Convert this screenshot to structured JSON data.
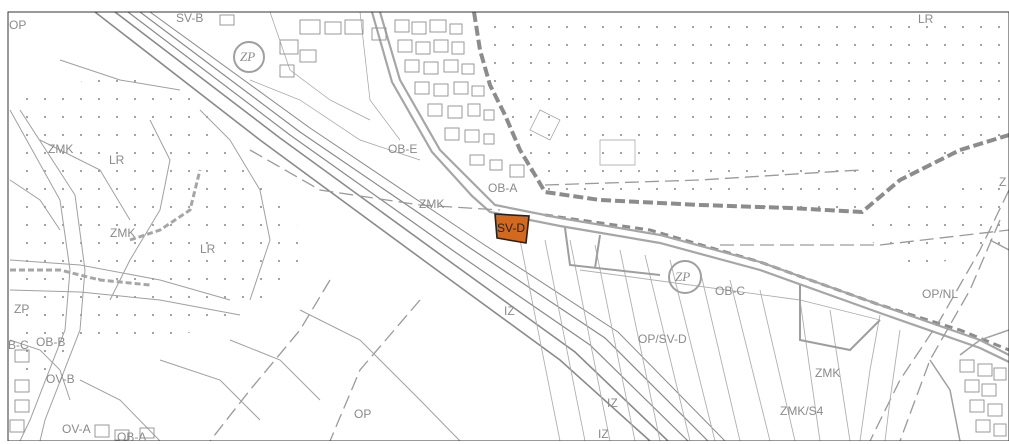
{
  "map": {
    "labels": {
      "op_tl": "OP",
      "sv_b": "SV-B",
      "lr_tr": "LR",
      "zmk_1": "ZMK",
      "lr_1": "LR",
      "ob_e": "OB-E",
      "ob_a1": "OB-A",
      "zmk_2": "ZMK",
      "sv_d": "SV-D",
      "zmk_3": "ZMK",
      "lr_2": "LR",
      "zp_l": "ZP",
      "b_c": "B-C",
      "ob_b": "OB-B",
      "ov_b": "OV-B",
      "iz_1": "IZ",
      "ob_c": "OB-C",
      "op_nl": "OP/NL",
      "op_sv_d": "OP/SV-D",
      "zmk_4": "ZMK",
      "op_b": "OP",
      "iz_2": "IZ",
      "zmk_s4": "ZMK/S4",
      "ov_a": "OV-A",
      "ob_a2": "OB-A",
      "iz_3": "IZ",
      "z_r": "Z"
    },
    "zp_symbols": [
      "ZP",
      "ZP"
    ],
    "colors": {
      "highlight_fill": "#d2691e",
      "line": "#9a9a9a",
      "boundary": "#8c8c8c"
    }
  }
}
